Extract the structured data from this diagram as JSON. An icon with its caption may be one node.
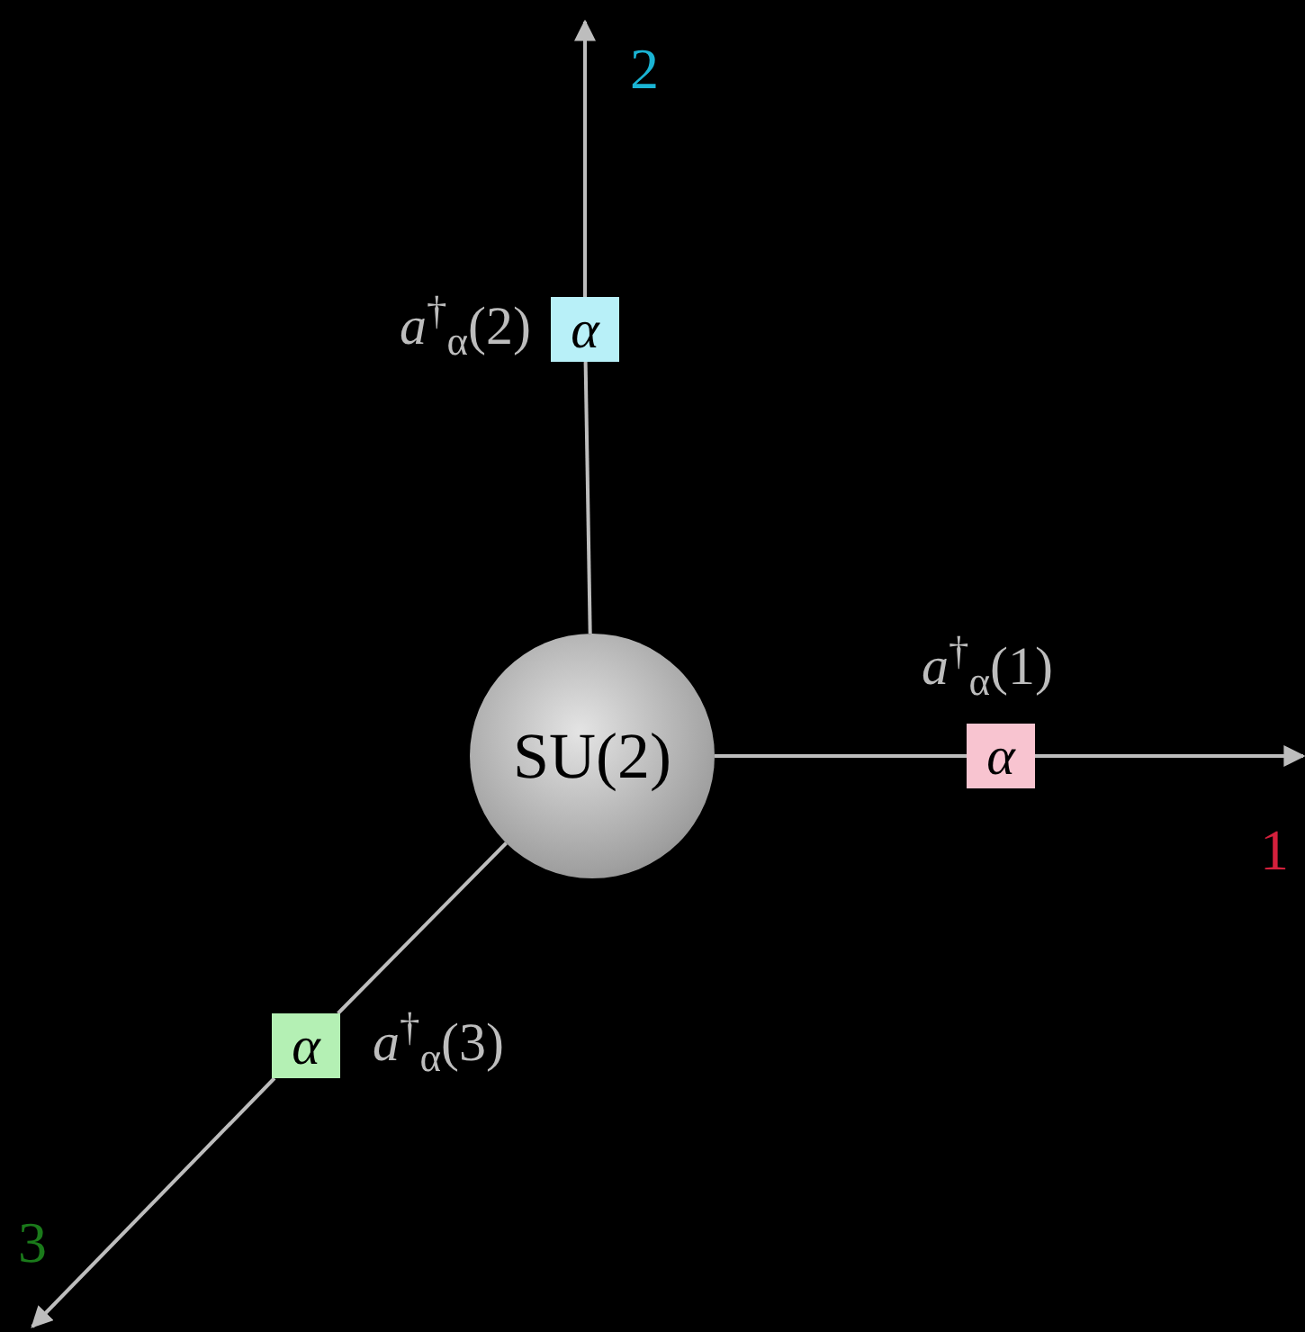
{
  "diagram": {
    "nodes": [
      {
        "text": [
          "α"
        ],
        "beside": [
          "*a*$^{†}$$_{α}$(2)"
        ]
      },
      {
        "text": [
          "SU(2)"
        ]
      },
      {
        "text": [
          "α"
        ],
        "beside": [
          "*a*$^{†}$$_{α}$(1)"
        ]
      },
      {
        "text": [
          "α"
        ],
        "beside": [
          "*a*$^{†}$$_{α}$(3)"
        ]
      }
    ],
    "edges": [
      {
        "from": 1,
        "to": 0,
        "arrow": "none"
      },
      {
        "from": 0,
        "to": null,
        "arrow": "to"
      },
      {
        "from": 1,
        "to": 2,
        "arrow": "none"
      },
      {
        "from": 2,
        "to": null,
        "arrow": "to"
      },
      {
        "from": 1,
        "to": 3,
        "arrow": "none"
      },
      {
        "from": 3,
        "to": null,
        "arrow": "to"
      }
    ],
    "labels": [
      "2",
      "1",
      "3"
    ]
  }
}
